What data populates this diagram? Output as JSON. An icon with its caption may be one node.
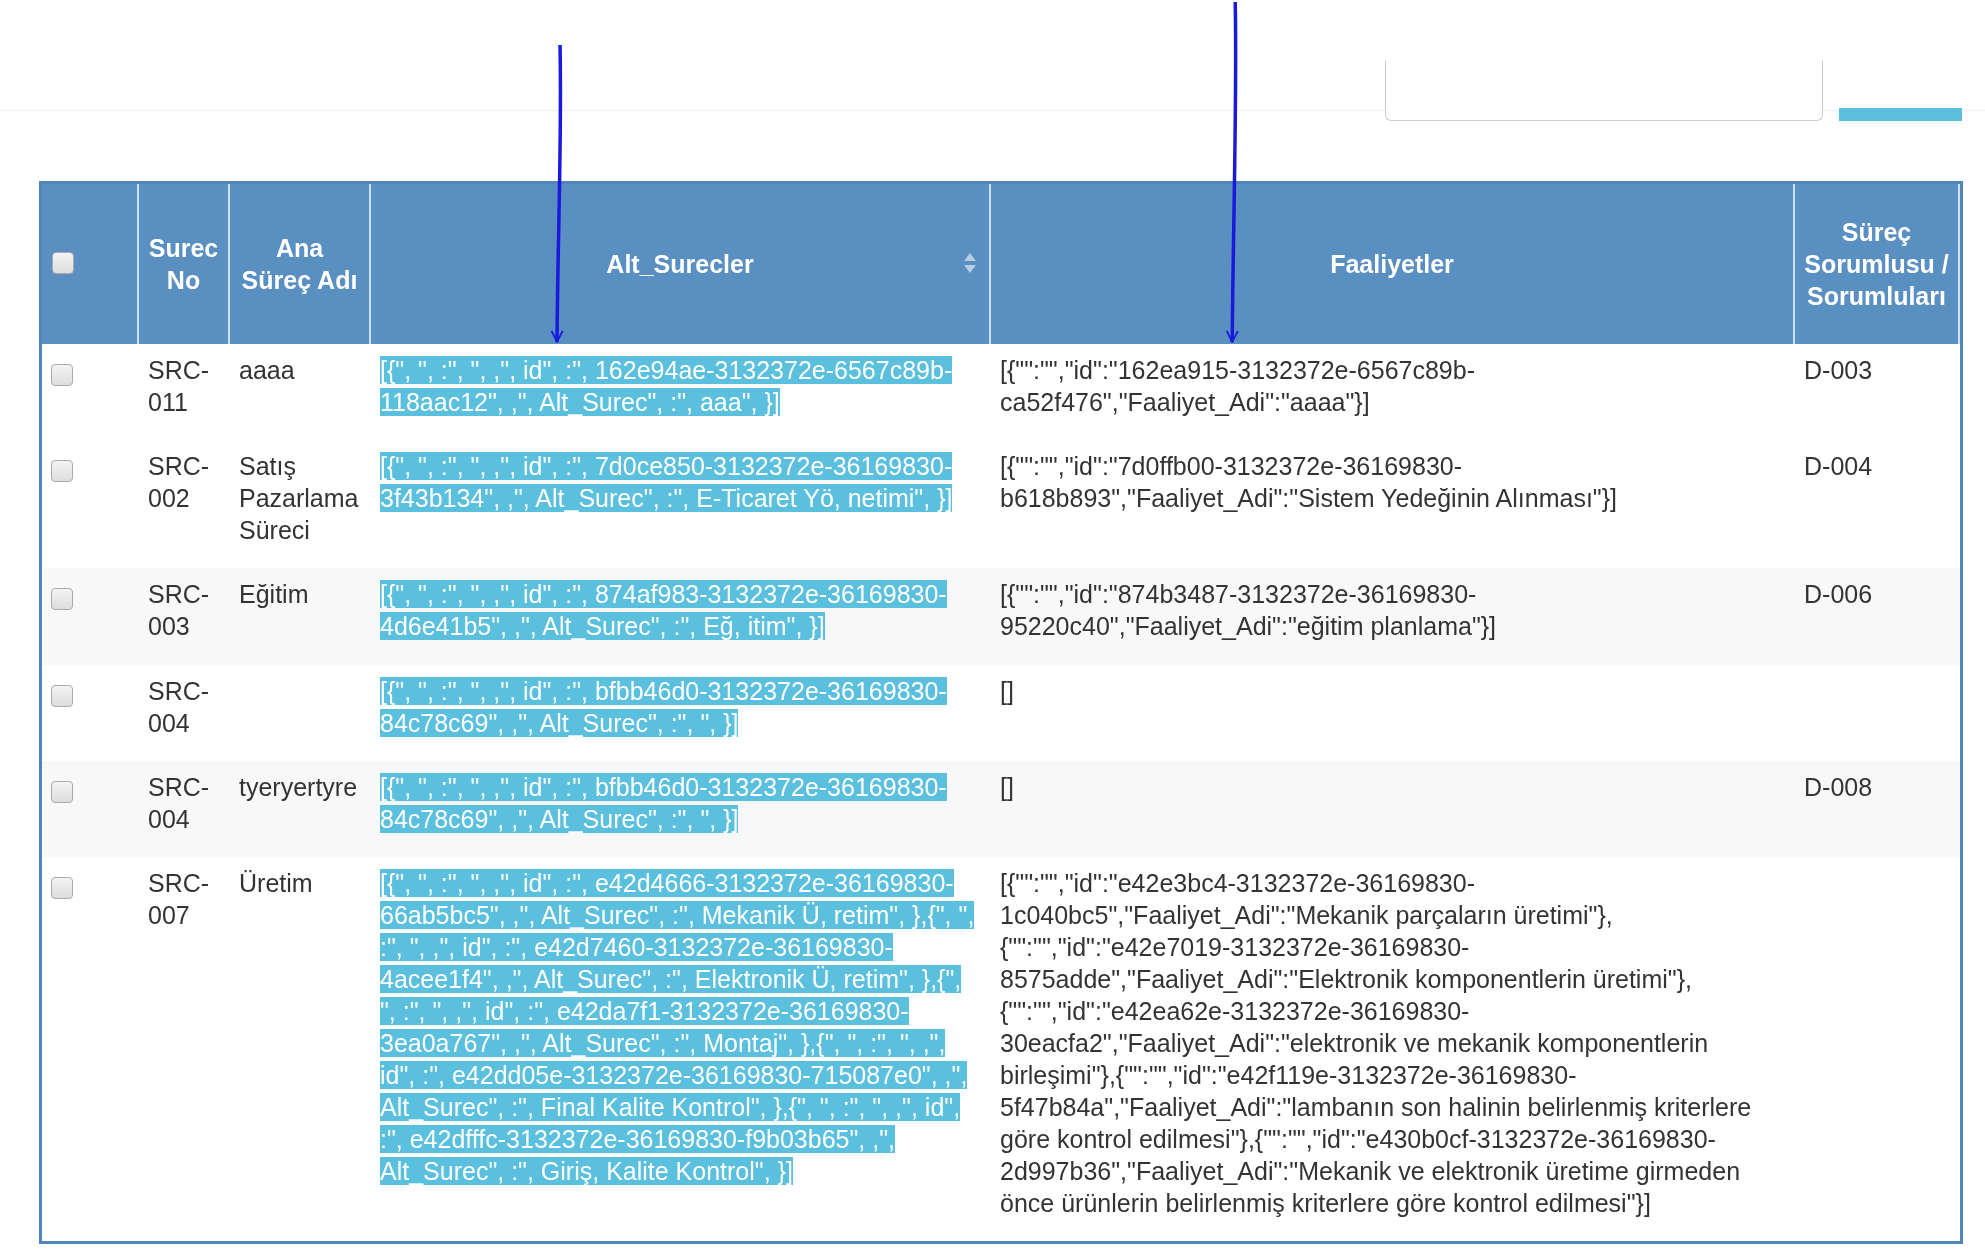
{
  "diagram": {
    "nodes": [
      {
        "text": [
          "Alt_Surecler"
        ]
      },
      {
        "text": [
          "Faaliyetler"
        ]
      }
    ],
    "edges": [
      {
        "from": null,
        "to": 0,
        "arrow": "to"
      },
      {
        "from": null,
        "to": 1,
        "arrow": "to"
      }
    ],
    "labels": [
      "Surec No",
      "Ana Süreç Adı",
      "Süreç Sorumlusu / Sorumluları",
      "SRC-011",
      "aaaa",
      "[{\", \", :\", \", ,\", id\", :\", 162e94ae-3132372e-6567c89b-118aac12\", ,\", Alt_Surec\", :\", aaa\", }]",
      "[{\"\":\"\",\"id\":\"162ea915-3132372e-6567c89b-ca52f476\",\"Faaliyet_Adi\":\"aaaa\"}]",
      "D-003",
      "SRC-002",
      "Satış Pazarlama Süreci",
      "[{\", \", :\", \", ,\", id\", :\", 7d0ce850-3132372e-36169830-3f43b134\", ,\", Alt_Surec\", :\", E-Ticaret Yö, netimi\", }]",
      "[{\"\":\"\",\"id\":\"7d0ffb00-3132372e-36169830-b618b893\",\"Faaliyet_Adi\":\"Sistem Yedeğinin Alınması\"}]",
      "D-004",
      "SRC-003",
      "Eğitim",
      "[{\", \", :\", \", ,\", id\", :\", 874af983-3132372e-36169830-4d6e41b5\", ,\", Alt_Surec\", :\", Eğ, itim\", }]",
      "[{\"\":\"\",\"id\":\"874b3487-3132372e-36169830-95220c40\",\"Faaliyet_Adi\":\"eğitim planlama\"}]",
      "D-006",
      "SRC-004",
      "[{\", \", :\", \", ,\", id\", :\", bfbb46d0-3132372e-36169830-84c78c69\", ,\", Alt_Surec\", :\", \", }]",
      "[]",
      "SRC-004",
      "tyeryertyre",
      "[{\", \", :\", \", ,\", id\", :\", bfbb46d0-3132372e-36169830-84c78c69\", ,\", Alt_Surec\", :\", \", }]",
      "[]",
      "D-008",
      "SRC-007",
      "Üretim",
      "[{\", \", :\", \", ,\", id\", :\", e42d4666-3132372e-36169830-66ab5bc5\", ,\", Alt_Surec\", :\", Mekanik Ü, retim\", },{\", \", :\", \", ,\", id\", :\", e42d7460-3132372e-36169830-4acee1f4\", ,\", Alt_Surec\", :\", Elektronik Ü, retim\", },{\", \", :\", \", ,\", id\", :\", e42da7f1-3132372e-36169830-3ea0a767\", ,\", Alt_Surec\", :\", Montaj\", },{\", \", :\", \", ,\", id\", :\", e42dd05e-3132372e-36169830-715087e0\", ,\", Alt_Surec\", :\", Final Kalite Kontrol\", },{\", \", :\", \", ,\", id\", :\", e42dfffc-3132372e-36169830-f9b03b65\", ,\", Alt_Surec\", :\", Giriş, Kalite Kontrol\", }]",
      "[{\"\":\"\",\"id\":\"e42e3bc4-3132372e-36169830-1c040bc5\",\"Faaliyet_Adi\":\"Mekanik parçaların üretimi\"},{\"\":\"\",\"id\":\"e42e7019-3132372e-36169830-8575adde\",\"Faaliyet_Adi\":\"Elektronik komponentlerin üretimi\"},{\"\":\"\",\"id\":\"e42ea62e-3132372e-36169830-30eacfa2\",\"Faaliyet_Adi\":\"elektronik ve mekanik komponentlerin birleşimi\"},{\"\":\"\",\"id\":\"e42f119e-3132372e-36169830-5f47b84a\",\"Faaliyet_Adi\":\"lambanın son halinin belirlenmiş kriterlere göre kontrol edilmesi\"},{\"\":\"\",\"id\":\"e430b0cf-3132372e-36169830-2d997b36\",\"Faaliyet_Adi\":\"Mekanik ve elektronik üretime girmeden önce ürünlerin belirlenmiş kriterlere göre kontrol edilmesi\"}]"
    ]
  }
}
